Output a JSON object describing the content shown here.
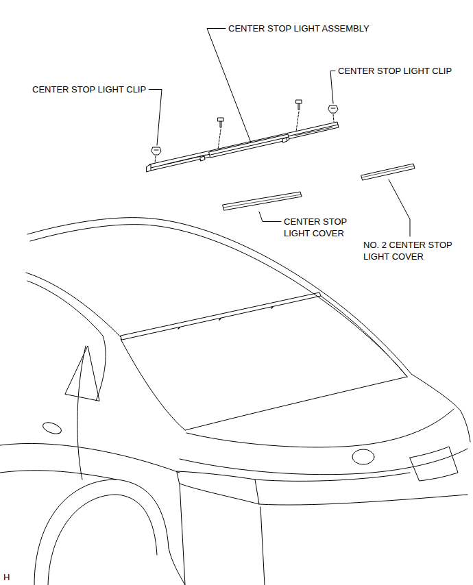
{
  "diagram": {
    "labels": [
      "CENTER STOP LIGHT ASSEMBLY",
      "CENTER STOP LIGHT CLIP",
      "CENTER STOP LIGHT CLIP",
      "CENTER STOP LIGHT COVER",
      "NO. 2 CENTER STOP LIGHT COVER",
      "H"
    ]
  }
}
